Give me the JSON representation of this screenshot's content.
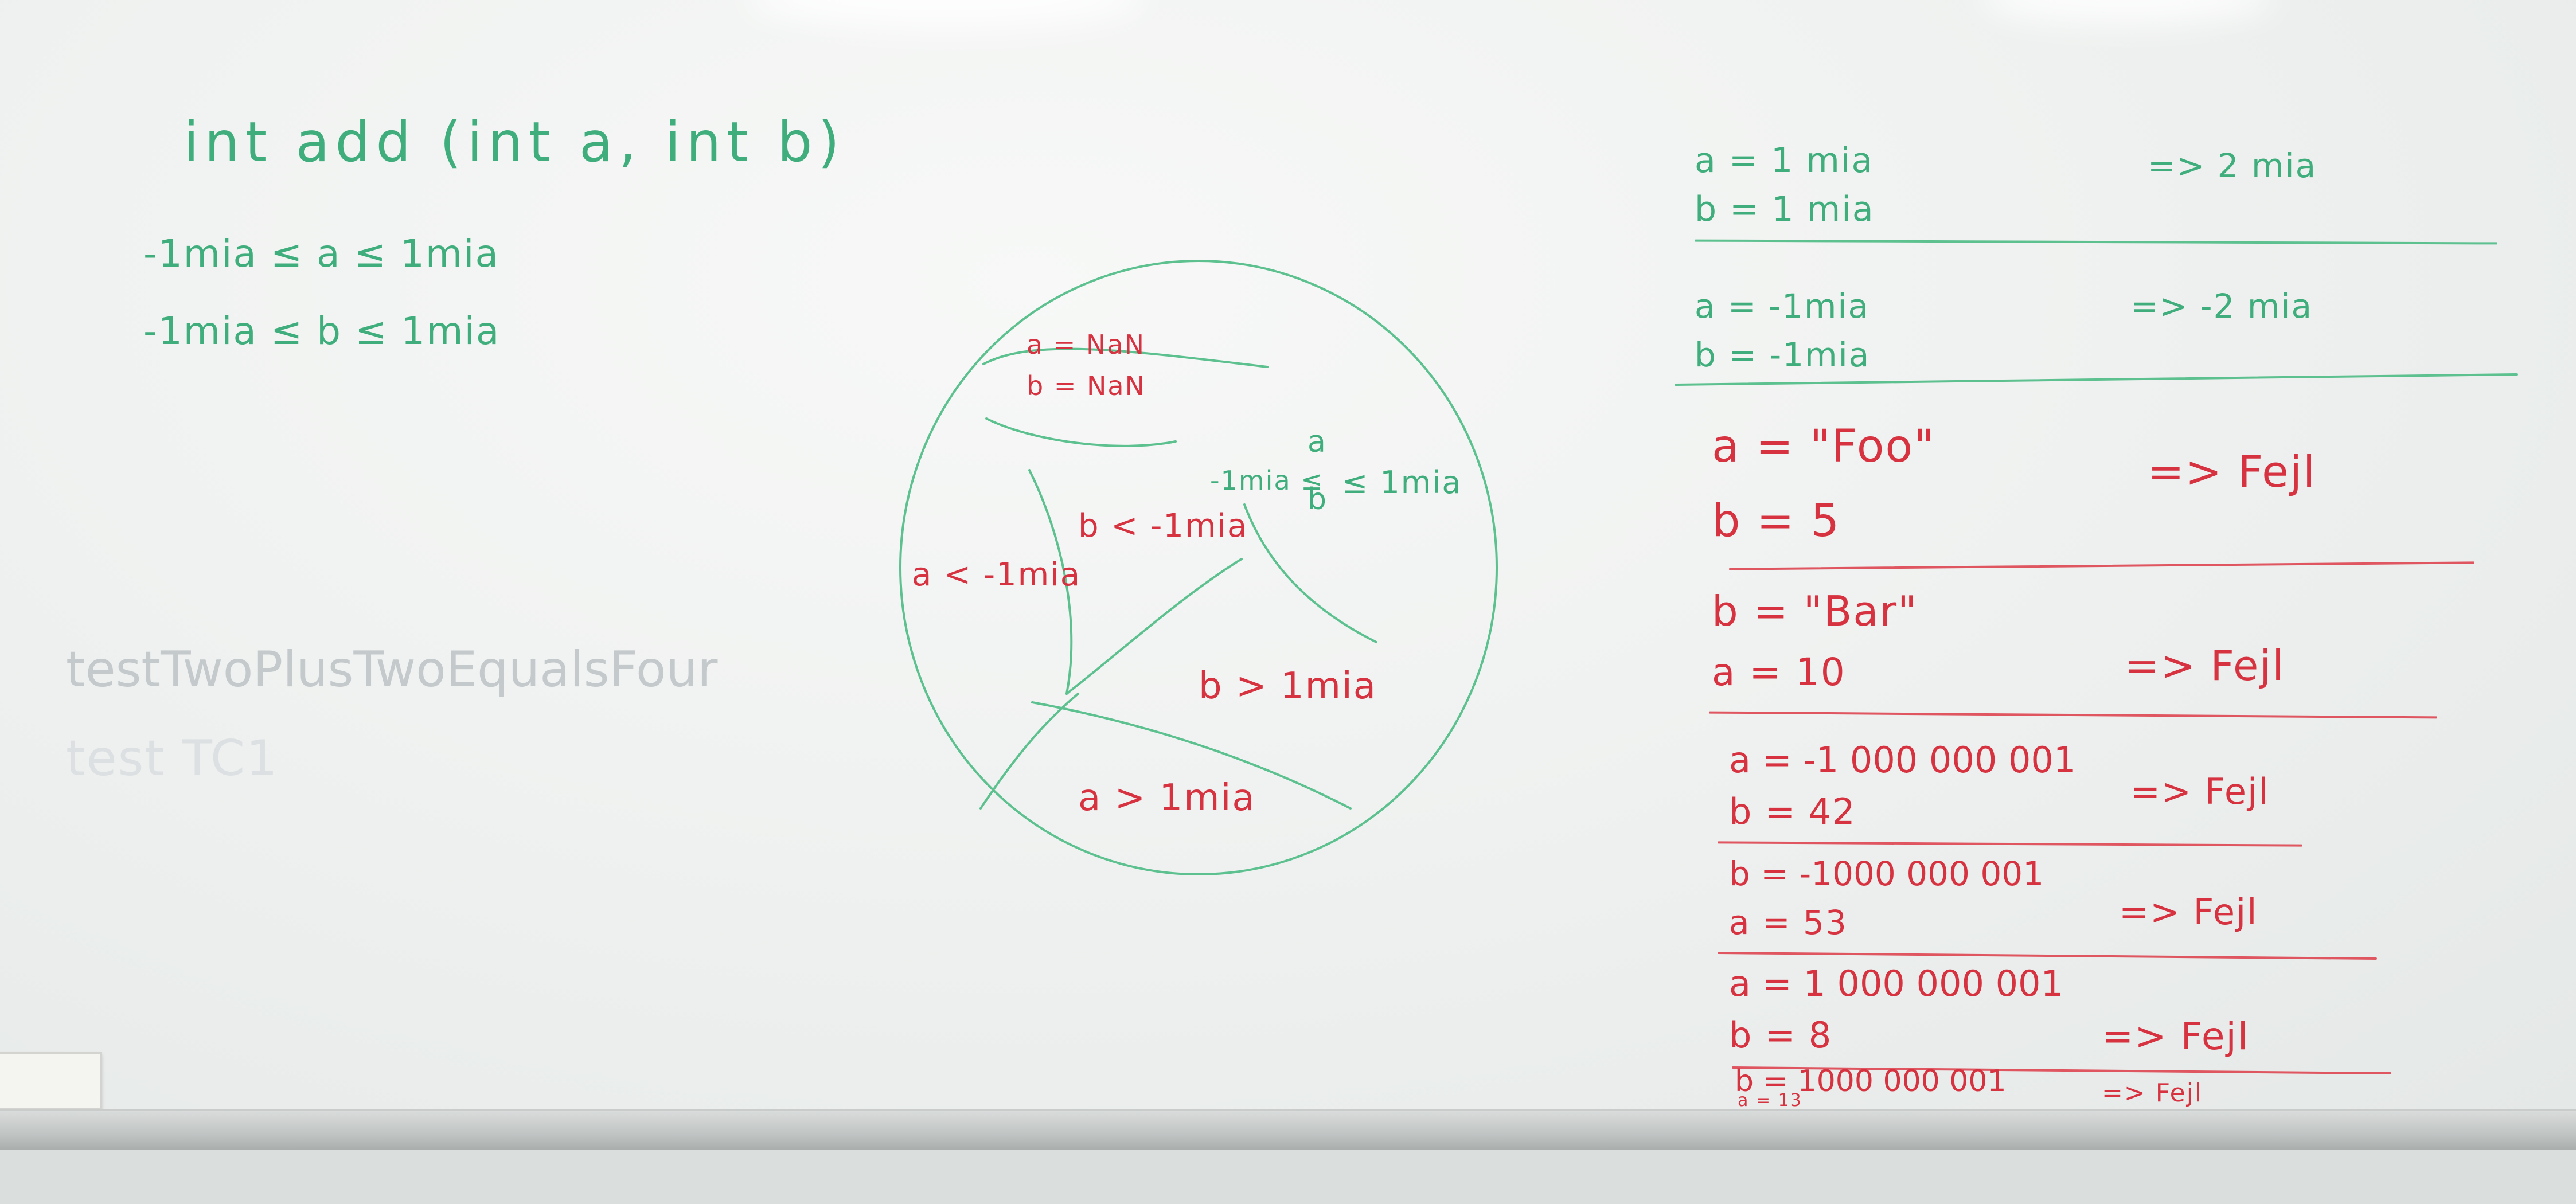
{
  "left_notes": {
    "signature": "int add (int a, int b)",
    "constraint_a": "-1mia ≤ a ≤ 1mia",
    "constraint_b": "-1mia ≤ b ≤ 1mia",
    "test_name_1": "testTwoPlusTwoEqualsFour",
    "test_name_2": "test TC1"
  },
  "diagram": {
    "nan_a": "a = NaN",
    "nan_b": "b = NaN",
    "range_left": "-1mia ≤",
    "range_a": "a",
    "range_b": "b",
    "range_right": "≤ 1mia",
    "b_lt": "b < -1mia",
    "a_lt": "a < -1mia",
    "b_gt": "b > 1mia",
    "a_gt": "a > 1mia"
  },
  "test_cases": [
    {
      "line1": "a = 1 mia",
      "line2": "b = 1 mia",
      "result": "=> 2 mia",
      "color": "#3fae7c"
    },
    {
      "line1": "a = -1mia",
      "line2": "b = -1mia",
      "result": "=> -2 mia",
      "color": "#3fae7c"
    },
    {
      "line1": "a = \"Foo\"",
      "line2": "b = 5",
      "result": "=> Fejl",
      "color": "#d6323f"
    },
    {
      "line1": "b = \"Bar\"",
      "line2": "a = 10",
      "result": "=> Fejl",
      "color": "#d6323f"
    },
    {
      "line1": "a = -1 000 000 001",
      "line2": "b = 42",
      "result": "=> Fejl",
      "color": "#d6323f"
    },
    {
      "line1": "b = -1000 000 001",
      "line2": "a = 53",
      "result": "=> Fejl",
      "color": "#d6323f"
    },
    {
      "line1": "a = 1 000 000 001",
      "line2": "b = 8",
      "result": "=> Fejl",
      "color": "#d6323f"
    },
    {
      "line1": "b = 1000 000 001",
      "line2": "a = 13",
      "result": "=> Fejl",
      "color": "#d6323f"
    }
  ]
}
